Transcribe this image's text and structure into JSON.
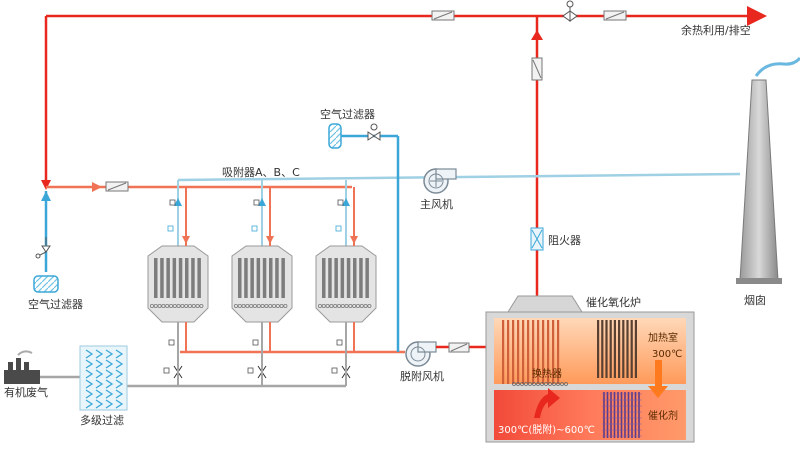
{
  "labels": {
    "heat_reuse": "余热利用/排空",
    "air_filter_top": "空气过滤器",
    "air_filter_left": "空气过滤器",
    "adsorbers": "吸附器A、B、C",
    "main_fan": "主风机",
    "flame_arrester": "阻火器",
    "chimney": "烟囱",
    "furnace": "催化氧化炉",
    "heating_chamber": "加热室",
    "heating_temp": "300℃",
    "heat_exchanger": "换热器",
    "catalyst": "催化剂",
    "combustion_temp": "300℃(脱附)~600℃",
    "desorption_fan": "脱附风机",
    "organic_gas": "有机废气",
    "multistage_filter": "多级过滤"
  },
  "colors": {
    "hot": "#e8281e",
    "desorb": "#f07356",
    "air": "#3ba7d8",
    "clean": "#9fd0e4",
    "waste": "#a6a6a6"
  }
}
